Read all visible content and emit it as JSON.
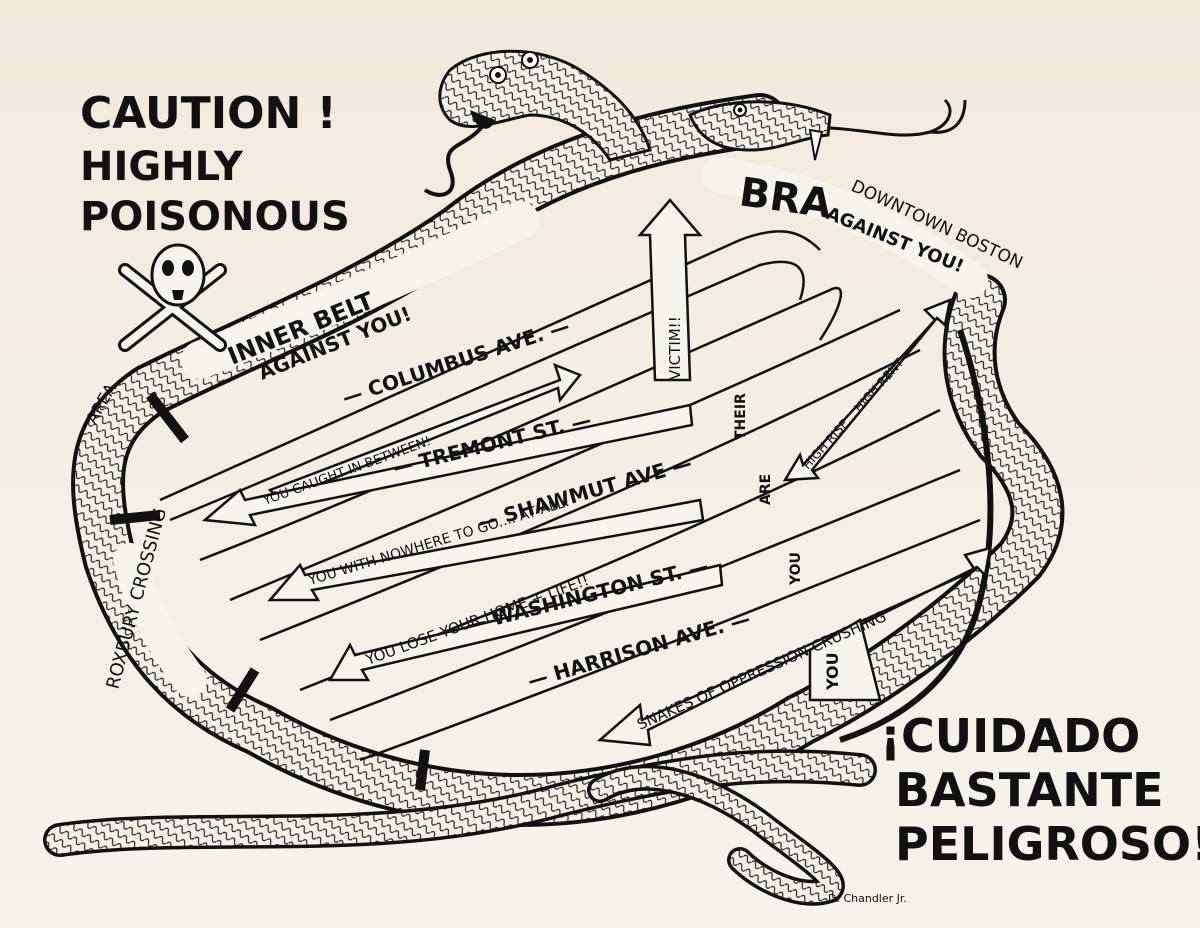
{
  "colors": {
    "ink": "#111111",
    "paper": "#f1eadb"
  },
  "headline_en": {
    "line1": "CAUTION !",
    "line2": "HIGHLY",
    "line3": "POISONOUS"
  },
  "headline_es": {
    "line1": "¡CUIDADO",
    "line2": "BASTANTE",
    "line3": "PELIGROSO!"
  },
  "skull_icon": "skull-and-crossbones",
  "snake_labels": {
    "inner_belt": "INNER BELT",
    "against_you_1": "AGAINST YOU!",
    "bra": "BRA",
    "against_you_2": "AGAINST YOU!",
    "downtown_boston": "DOWNTOWN BOSTON",
    "roxbury": "ROXBURY CROSSING",
    "area": "AREA"
  },
  "streets": {
    "columbus": "— COLUMBUS AVE. —",
    "tremont": "— TREMONT ST. —",
    "shawmut": "— SHAWMUT AVE —",
    "washington": "— WASHINGTON ST. —",
    "harrison": "— HARRISON AVE. —"
  },
  "arrows": {
    "caught": "YOU CAUGHT IN BETWEEN!",
    "nowhere": "YOU WITH NOWHERE TO GO.... AT ALL!",
    "lose": "YOU LOSE YOUR HOME + LIFE!!",
    "victim": "VICTIM!!",
    "high_rise": "HIGH RISE... HIGH RENT",
    "snakes": "SNAKES OF OPPRESSION CRUSHING",
    "you_down": "YOU"
  },
  "side_words": {
    "their": "THEIR",
    "are": "ARE",
    "you": "YOU"
  },
  "signature": "D. Chandler Jr."
}
